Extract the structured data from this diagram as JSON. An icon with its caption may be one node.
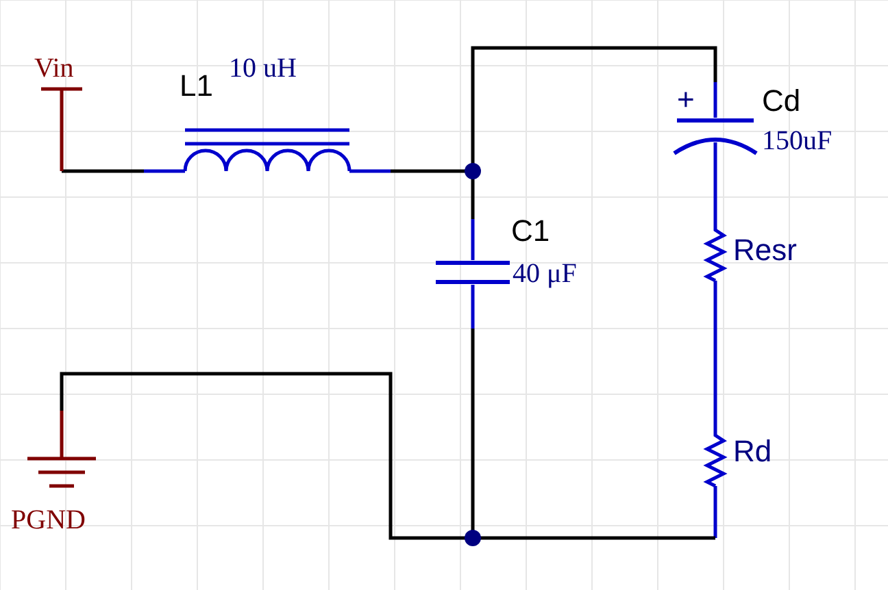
{
  "diagram": {
    "labels": [
      "Vin",
      "L1",
      "10 uH",
      "+",
      "Cd",
      "150uF",
      "C1",
      "40 μF",
      "Resr",
      "Rd",
      "PGND"
    ]
  }
}
